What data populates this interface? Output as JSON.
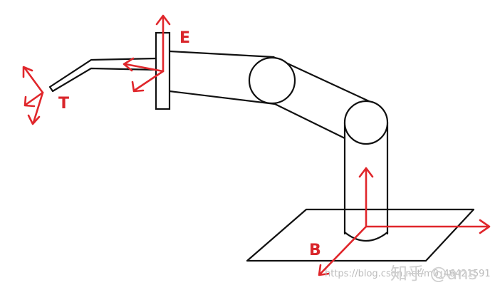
{
  "frames": {
    "end_effector_label": "E",
    "tool_label": "T",
    "base_label": "B"
  },
  "watermark": {
    "url_text": "https://blog.csdn.net/m0_46421591",
    "brand_text": "知乎 @ans"
  },
  "colors": {
    "axis_red": "#e0262b",
    "label_red": "#d9262b",
    "outline_black": "#111111",
    "watermark_gray": "#bcbcbc"
  }
}
